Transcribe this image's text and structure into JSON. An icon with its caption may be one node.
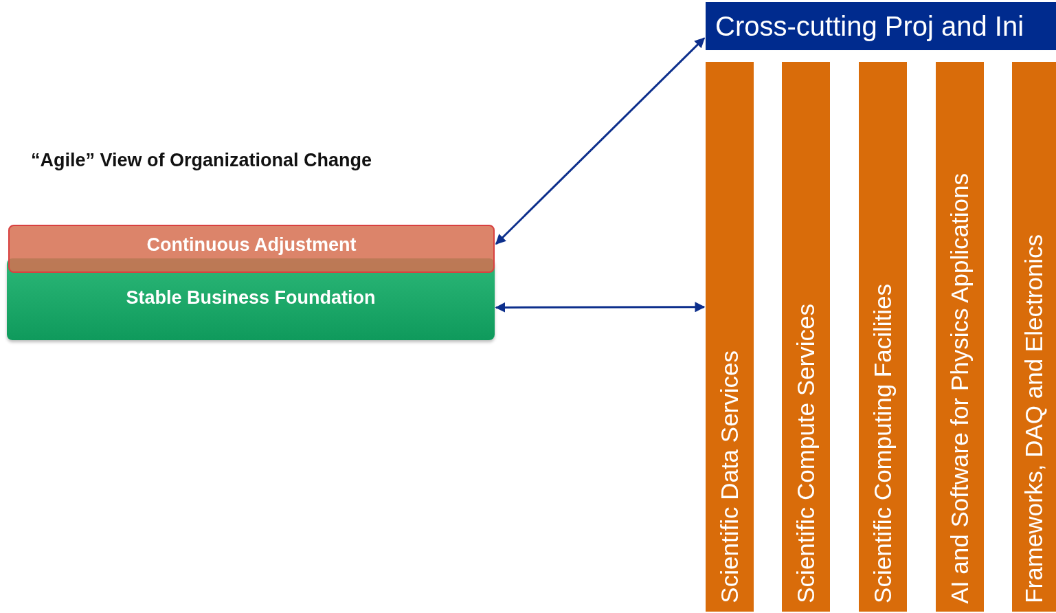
{
  "diagram": {
    "title": "“Agile” View of Organizational Change",
    "nodes": [
      {
        "text": [
          "Continuous Adjustment"
        ]
      },
      {
        "text": [
          "Stable Business Foundation"
        ]
      },
      {
        "text": [
          "Cross-cutting Proj and Ini"
        ]
      },
      {
        "text": [
          "Scientific Data Services"
        ]
      },
      {
        "text": [
          "Scientific Compute Services"
        ]
      },
      {
        "text": [
          "Scientific Computing Facilities"
        ]
      },
      {
        "text": [
          "AI and Software for Physics Applications"
        ]
      },
      {
        "text": [
          "Frameworks, DAQ and Electronics"
        ]
      }
    ],
    "edges": [
      {
        "from": 2,
        "to": 0,
        "arrow": "both"
      },
      {
        "from": 1,
        "to": 3,
        "arrow": "both"
      }
    ]
  }
}
